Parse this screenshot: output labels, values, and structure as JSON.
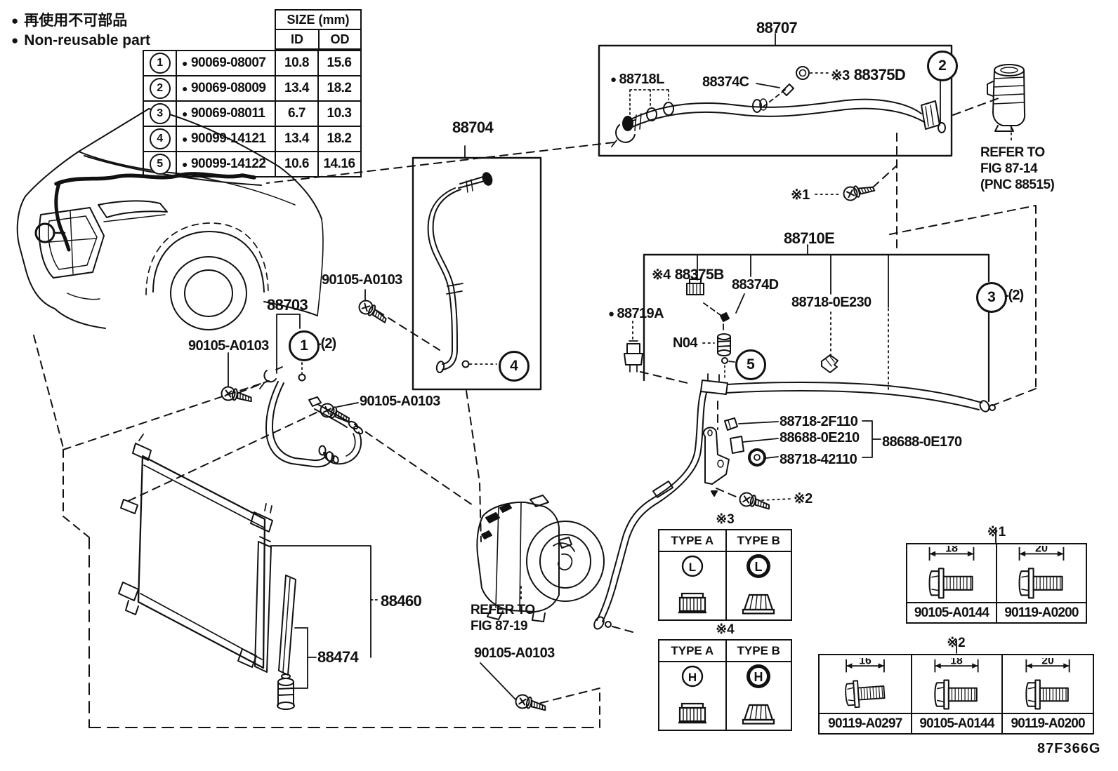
{
  "legend": {
    "bullet": "●",
    "jp": "再使用不可部品",
    "en": "Non-reusable part"
  },
  "size_table": {
    "title": "SIZE (mm)",
    "cols": {
      "id": "ID",
      "od": "OD"
    },
    "rows": [
      {
        "num": "1",
        "part": "90069-08007",
        "id": "10.8",
        "od": "15.6"
      },
      {
        "num": "2",
        "part": "90069-08009",
        "id": "13.4",
        "od": "18.2"
      },
      {
        "num": "3",
        "part": "90069-08011",
        "id": "6.7",
        "od": "10.3"
      },
      {
        "num": "4",
        "part": "90099-14121",
        "id": "13.4",
        "od": "18.2"
      },
      {
        "num": "5",
        "part": "90099-14122",
        "id": "10.6",
        "od": "14.16"
      }
    ]
  },
  "parts": {
    "p88707": "88707",
    "p88718L": "88718L",
    "p88374C": "88374C",
    "p88375D": "88375D",
    "p88710E": "88710E",
    "p88375B": "88375B",
    "p88374D": "88374D",
    "p88719A": "88719A",
    "pN04": "N04",
    "p88718_0E230": "88718-0E230",
    "p88703": "88703",
    "p88704": "88704",
    "p90105_A0103": "90105-A0103",
    "p88718_2F110": "88718-2F110",
    "p88688_0E210": "88688-0E210",
    "p88688_0E170": "88688-0E170",
    "p88718_42110": "88718-42110",
    "p88460": "88460",
    "p88474": "88474"
  },
  "refs": {
    "r1": "※1",
    "r2": "※2",
    "r3": "※3",
    "r4": "※4",
    "fig8714": [
      "REFER TO",
      "FIG 87-14",
      "(PNC 88515)"
    ],
    "fig8719": [
      "REFER TO",
      "FIG 87-19"
    ]
  },
  "callouts": {
    "c1": "1",
    "c2": "2",
    "c3": "3",
    "c4": "4",
    "c5": "5",
    "qty2": "-(2)"
  },
  "type_tables": [
    {
      "ref": "※3",
      "col_a": "TYPE A",
      "col_b": "TYPE B",
      "letter": "L"
    },
    {
      "ref": "※4",
      "col_a": "TYPE A",
      "col_b": "TYPE B",
      "letter": "H"
    }
  ],
  "bolt_tables": [
    {
      "ref": "※1",
      "cells": [
        {
          "dim": "18",
          "part": "90105-A0144"
        },
        {
          "dim": "20",
          "part": "90119-A0200"
        }
      ]
    },
    {
      "ref": "※2",
      "cells": [
        {
          "dim": "16",
          "part": "90119-A0297"
        },
        {
          "dim": "18",
          "part": "90105-A0144"
        },
        {
          "dim": "20",
          "part": "90119-A0200"
        }
      ]
    }
  ],
  "figure_code": "87F366G"
}
